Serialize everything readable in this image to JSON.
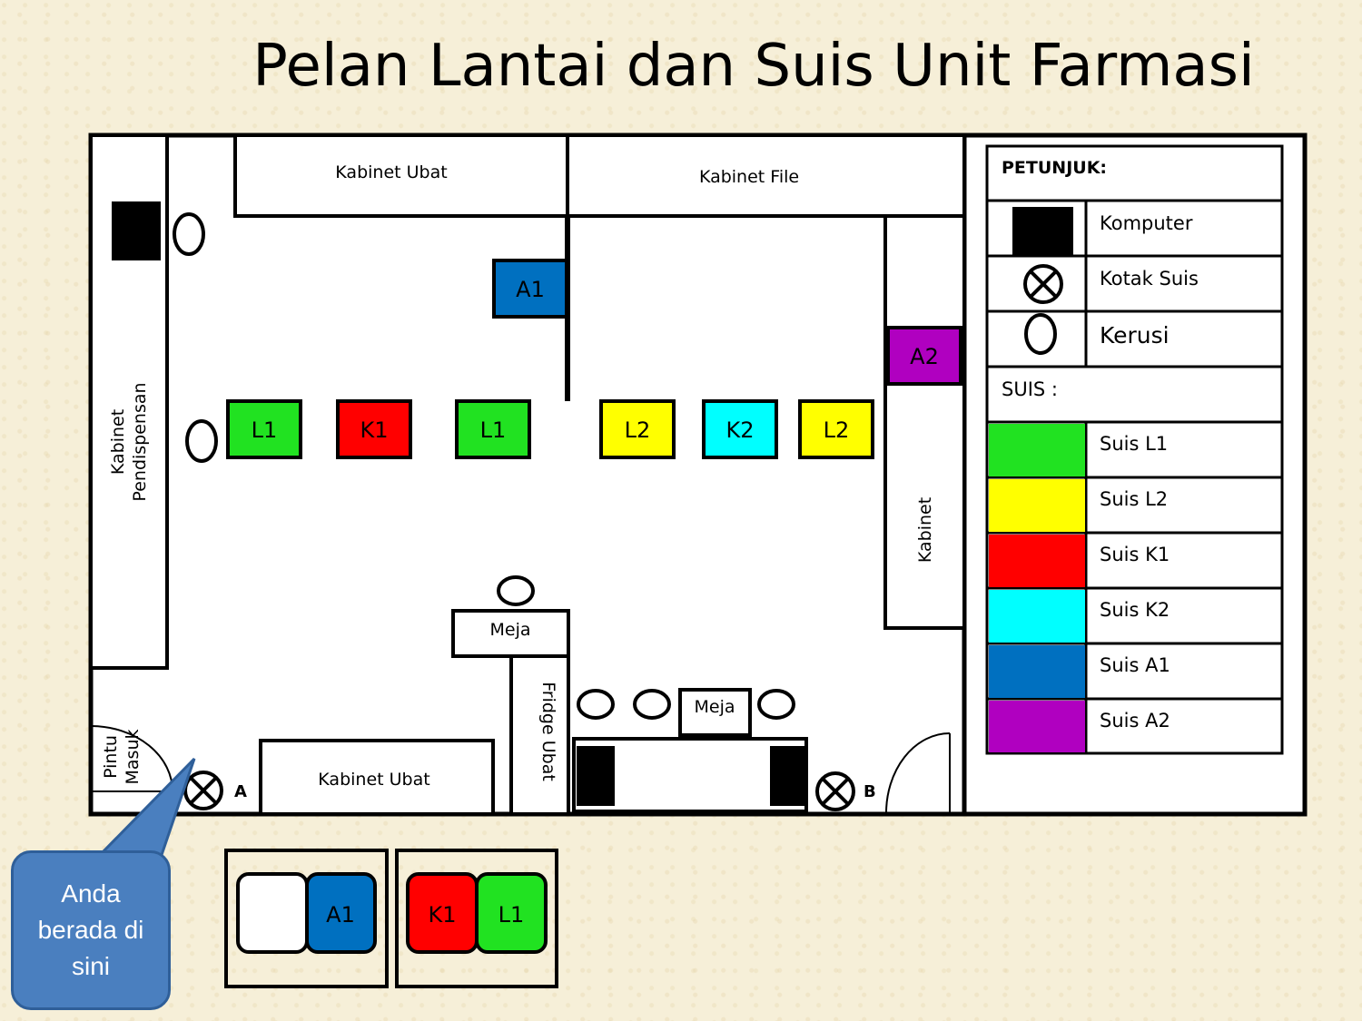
{
  "title": "Pelan Lantai dan Suis Unit Farmasi",
  "colors": {
    "L1": "#21e221",
    "L2": "#ffff00",
    "K1": "#ff0000",
    "K2": "#00ffff",
    "A1": "#0070c0",
    "A2": "#b000c0",
    "bubble": "#4a7fbf",
    "background": "#f6efd8"
  },
  "rooms": {
    "kabinet_ubat_top": "Kabinet Ubat",
    "kabinet_file": "Kabinet File",
    "kabinet_pendispensan_line1": "Kabinet",
    "kabinet_pendispensan_line2": "Pendispensan",
    "kabinet_right": "Kabinet",
    "meja_center": "Meja",
    "meja_bottom": "Meja",
    "fridge": "Fridge Ubat",
    "kabinet_ubat_bottom": "Kabinet Ubat",
    "pintu_line1": "Pintu",
    "pintu_line2": "Masuk",
    "switchbox_a": "A",
    "switchbox_b": "B"
  },
  "switches": {
    "a1": "A1",
    "a2": "A2",
    "row": [
      "L1",
      "K1",
      "L1",
      "L2",
      "K2",
      "L2"
    ]
  },
  "panels": {
    "panel_a": [
      "",
      "A1"
    ],
    "panel_b": [
      "K1",
      "L1"
    ]
  },
  "legend": {
    "title": "PETUNJUK:",
    "komputer": "Komputer",
    "kotak_suis": "Kotak Suis",
    "kerusi": "Kerusi",
    "suis_header": "SUIS :",
    "items": [
      "Suis L1",
      "Suis L2",
      "Suis K1",
      "Suis K2",
      "Suis A1",
      "Suis A2"
    ]
  },
  "callout": {
    "line1": "Anda",
    "line2": "berada di",
    "line3": "sini"
  }
}
